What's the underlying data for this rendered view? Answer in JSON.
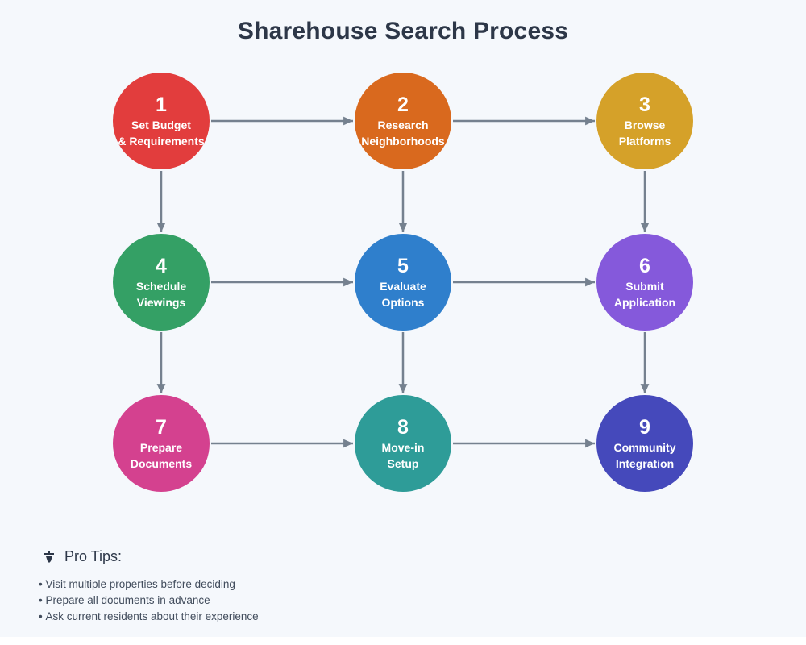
{
  "title": "Sharehouse Search Process",
  "colors": {
    "background": "#f5f8fc",
    "arrow": "#75818f",
    "title_text": "#2d3748",
    "tips_text": "#414c5c"
  },
  "diagram": {
    "steps": [
      {
        "number": "1",
        "label": "Set Budget\n& Requirements",
        "color": "#e23d3d",
        "row": 0,
        "col": 0
      },
      {
        "number": "2",
        "label": "Research\nNeighborhoods",
        "color": "#d9691e",
        "row": 0,
        "col": 1
      },
      {
        "number": "3",
        "label": "Browse\nPlatforms",
        "color": "#d5a129",
        "row": 0,
        "col": 2
      },
      {
        "number": "4",
        "label": "Schedule\nViewings",
        "color": "#34a065",
        "row": 1,
        "col": 0
      },
      {
        "number": "5",
        "label": "Evaluate\nOptions",
        "color": "#2f7fcc",
        "row": 1,
        "col": 1
      },
      {
        "number": "6",
        "label": "Submit\nApplication",
        "color": "#8559db",
        "row": 1,
        "col": 2
      },
      {
        "number": "7",
        "label": "Prepare\nDocuments",
        "color": "#d4418f",
        "row": 2,
        "col": 0
      },
      {
        "number": "8",
        "label": "Move-in\nSetup",
        "color": "#2e9c98",
        "row": 2,
        "col": 1
      },
      {
        "number": "9",
        "label": "Community\nIntegration",
        "color": "#4549bb",
        "row": 2,
        "col": 2
      }
    ],
    "edges": [
      [
        "1",
        "2"
      ],
      [
        "2",
        "3"
      ],
      [
        "1",
        "4"
      ],
      [
        "2",
        "5"
      ],
      [
        "3",
        "6"
      ],
      [
        "4",
        "5"
      ],
      [
        "5",
        "6"
      ],
      [
        "4",
        "7"
      ],
      [
        "5",
        "8"
      ],
      [
        "6",
        "9"
      ],
      [
        "7",
        "8"
      ],
      [
        "8",
        "9"
      ]
    ]
  },
  "tips": {
    "icon": "lightbulb-icon",
    "heading": "Pro Tips:",
    "items": [
      "Visit multiple properties before deciding",
      "Prepare all documents in advance",
      "Ask current residents about their experience"
    ]
  }
}
